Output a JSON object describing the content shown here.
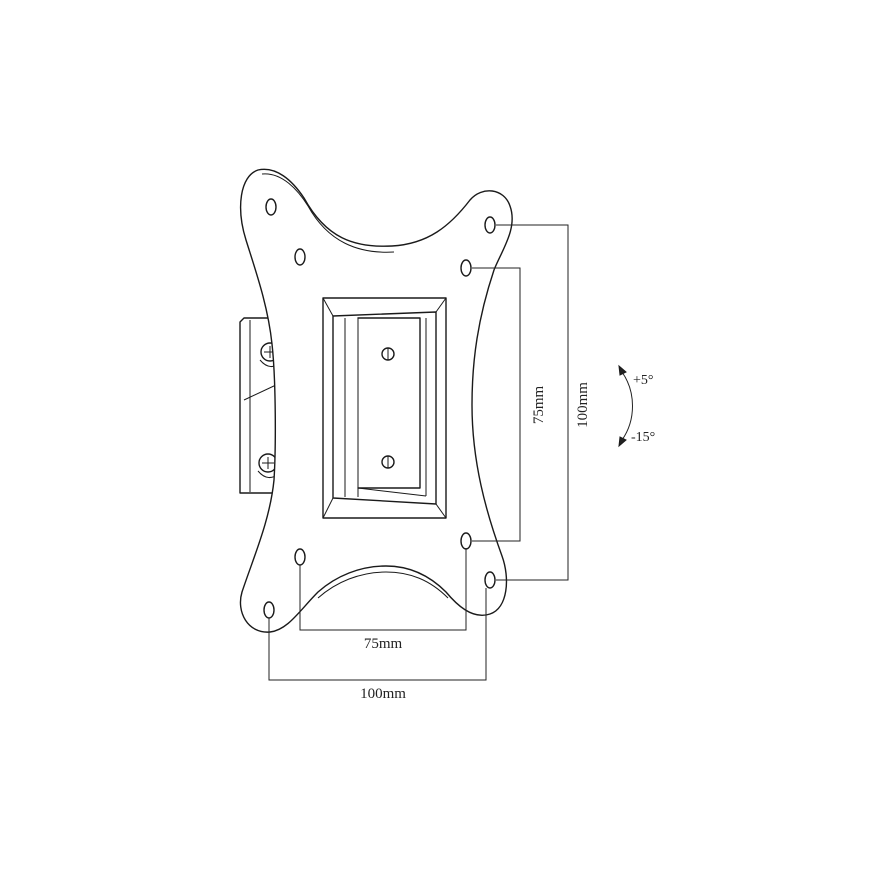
{
  "dimensions": {
    "horizontal_inner": "75mm",
    "horizontal_outer": "100mm",
    "vertical_inner": "75mm",
    "vertical_outer": "100mm"
  },
  "tilt": {
    "up": "+5°",
    "down": "-15°"
  }
}
